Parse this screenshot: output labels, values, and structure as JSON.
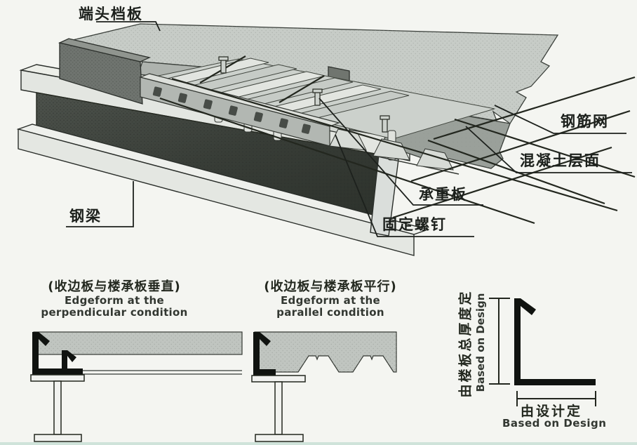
{
  "page": {
    "background": "#f4f5f1",
    "ink": "#1e221e",
    "scan_strip_color": "#cfe3da"
  },
  "main_diagram": {
    "description_name": "composite-steel-deck-floor-isometric",
    "labels": {
      "end_baffle": "端头档板",
      "rebar_mesh": "钢筋网",
      "concrete_layer": "混凝土层面",
      "load_bearing_deck": "承重板",
      "fixing_screws": "固定螺钉",
      "steel_beam": "钢梁"
    }
  },
  "detail_sections": [
    {
      "title_zh": "(收边板与楼承板垂直)",
      "title_en_1": "Edgeform at the",
      "title_en_2": "perpendicular condition"
    },
    {
      "title_zh": "(收边板与楼承板平行)",
      "title_en_1": "Edgeform at the",
      "title_en_2": "parallel condition"
    }
  ],
  "dimension_diagram": {
    "vertical_label_zh": "由楼板总厚度定",
    "vertical_label_en": "Based on Design",
    "horizontal_label_zh": "由设计定",
    "horizontal_label_en": "Based on Design"
  }
}
